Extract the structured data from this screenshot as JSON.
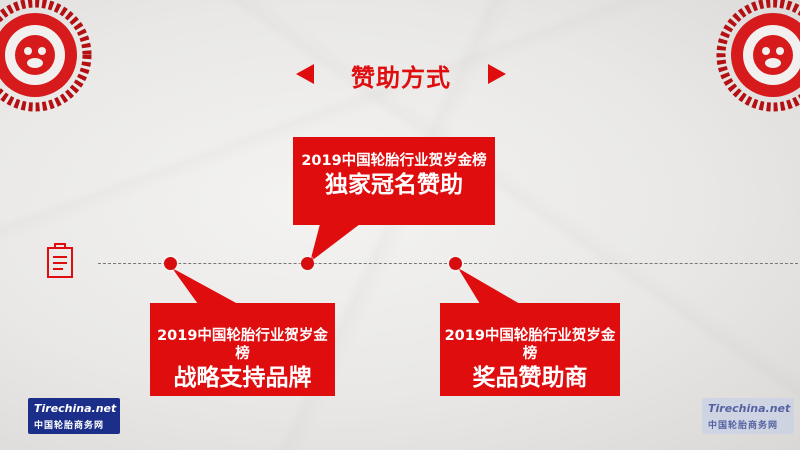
{
  "slide": {
    "title": "赞助方式",
    "cards": [
      {
        "sub": "2019中国轮胎行业贺岁金榜",
        "main": "独家冠名赞助"
      },
      {
        "sub": "2019中国轮胎行业贺岁金榜",
        "main": "战略支持品牌"
      },
      {
        "sub": "2019中国轮胎行业贺岁金榜",
        "main": "奖品赞助商"
      }
    ],
    "logo": {
      "brand": "Tirechina.net",
      "cn": "中国轮胎商务网"
    }
  },
  "colors": {
    "accent": "#e00d0f",
    "background": "#ecebe9"
  },
  "icons": [
    "paper-cut-pig-icon",
    "arrow-left-icon",
    "arrow-right-icon",
    "clipboard-icon"
  ]
}
